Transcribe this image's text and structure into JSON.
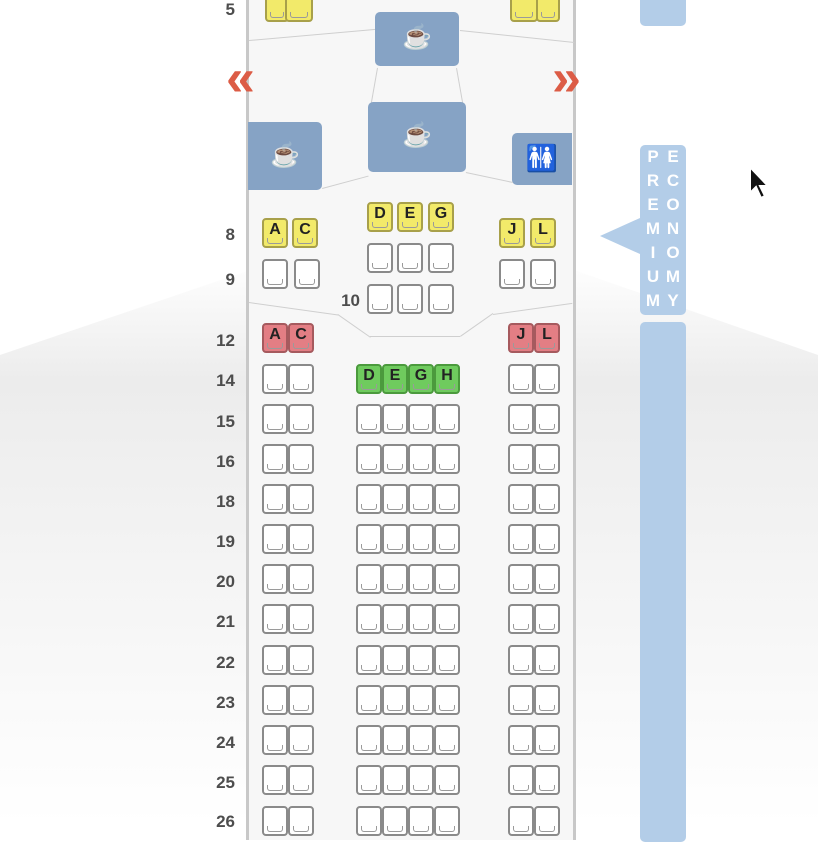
{
  "colors": {
    "available": "#ffffff",
    "premium_highlight": "#f2ea6a",
    "restricted": "#e37e84",
    "recommended": "#6fcb5e",
    "galley": "#86a3c5",
    "cabin_band": "#b3cde8",
    "exit_arrow": "#dc5c46"
  },
  "icons": {
    "galley": "coffee-cup-icon",
    "lavatory": "restroom-icon",
    "exit": "exit-arrow-icon",
    "cursor": "mouse-pointer-icon"
  },
  "seat_map": {
    "row_labels": {
      "r5": "5",
      "r8": "8",
      "r9": "9",
      "r10": "10",
      "r12": "12",
      "r14": "14",
      "r15": "15",
      "r16": "16",
      "r18": "18",
      "r19": "19",
      "r20": "20",
      "r21": "21",
      "r22": "22",
      "r23": "23",
      "r24": "24",
      "r25": "25",
      "r26": "26"
    },
    "seat_letters": {
      "A": "A",
      "C": "C",
      "D": "D",
      "E": "E",
      "G": "G",
      "H": "H",
      "J": "J",
      "L": "L"
    },
    "exit_left": "«",
    "exit_right": "»",
    "cup_glyph": "☕",
    "lavatory_glyph": "🚻"
  },
  "cabin_labels": {
    "premium_letters": [
      "P",
      "R",
      "E",
      "M",
      "I",
      "U",
      "M"
    ],
    "economy_letters": [
      "E",
      "C",
      "O",
      "N",
      "O",
      "M",
      "Y"
    ]
  }
}
